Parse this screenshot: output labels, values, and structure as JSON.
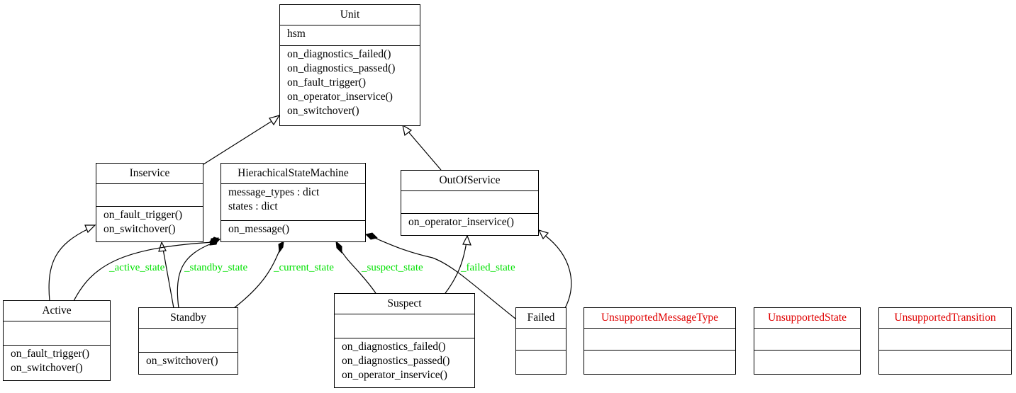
{
  "classes": {
    "unit": {
      "name": "Unit",
      "attrs": [
        "hsm"
      ],
      "methods": [
        "on_diagnostics_failed()",
        "on_diagnostics_passed()",
        "on_fault_trigger()",
        "on_operator_inservice()",
        "on_switchover()"
      ]
    },
    "inservice": {
      "name": "Inservice",
      "attrs": [],
      "methods": [
        "on_fault_trigger()",
        "on_switchover()"
      ]
    },
    "hsm": {
      "name": "HierachicalStateMachine",
      "attrs": [
        "message_types : dict",
        "states : dict"
      ],
      "methods": [
        "on_message()"
      ]
    },
    "outofservice": {
      "name": "OutOfService",
      "attrs": [],
      "methods": [
        "on_operator_inservice()"
      ]
    },
    "active": {
      "name": "Active",
      "attrs": [],
      "methods": [
        "on_fault_trigger()",
        "on_switchover()"
      ]
    },
    "standby": {
      "name": "Standby",
      "attrs": [],
      "methods": [
        "on_switchover()"
      ]
    },
    "suspect": {
      "name": "Suspect",
      "attrs": [],
      "methods": [
        "on_diagnostics_failed()",
        "on_diagnostics_passed()",
        "on_operator_inservice()"
      ]
    },
    "failed": {
      "name": "Failed",
      "attrs": [],
      "methods": []
    },
    "unsupported_message_type": {
      "name": "UnsupportedMessageType",
      "attrs": [],
      "methods": []
    },
    "unsupported_state": {
      "name": "UnsupportedState",
      "attrs": [],
      "methods": []
    },
    "unsupported_transition": {
      "name": "UnsupportedTransition",
      "attrs": [],
      "methods": []
    }
  },
  "edge_labels": {
    "active_state": "_active_state",
    "standby_state": "_standby_state",
    "current_state": "_current_state",
    "suspect_state": "_suspect_state",
    "failed_state": "_failed_state"
  },
  "colors": {
    "label": "#00e000",
    "exception_title": "#e00000",
    "stroke": "#000000"
  }
}
